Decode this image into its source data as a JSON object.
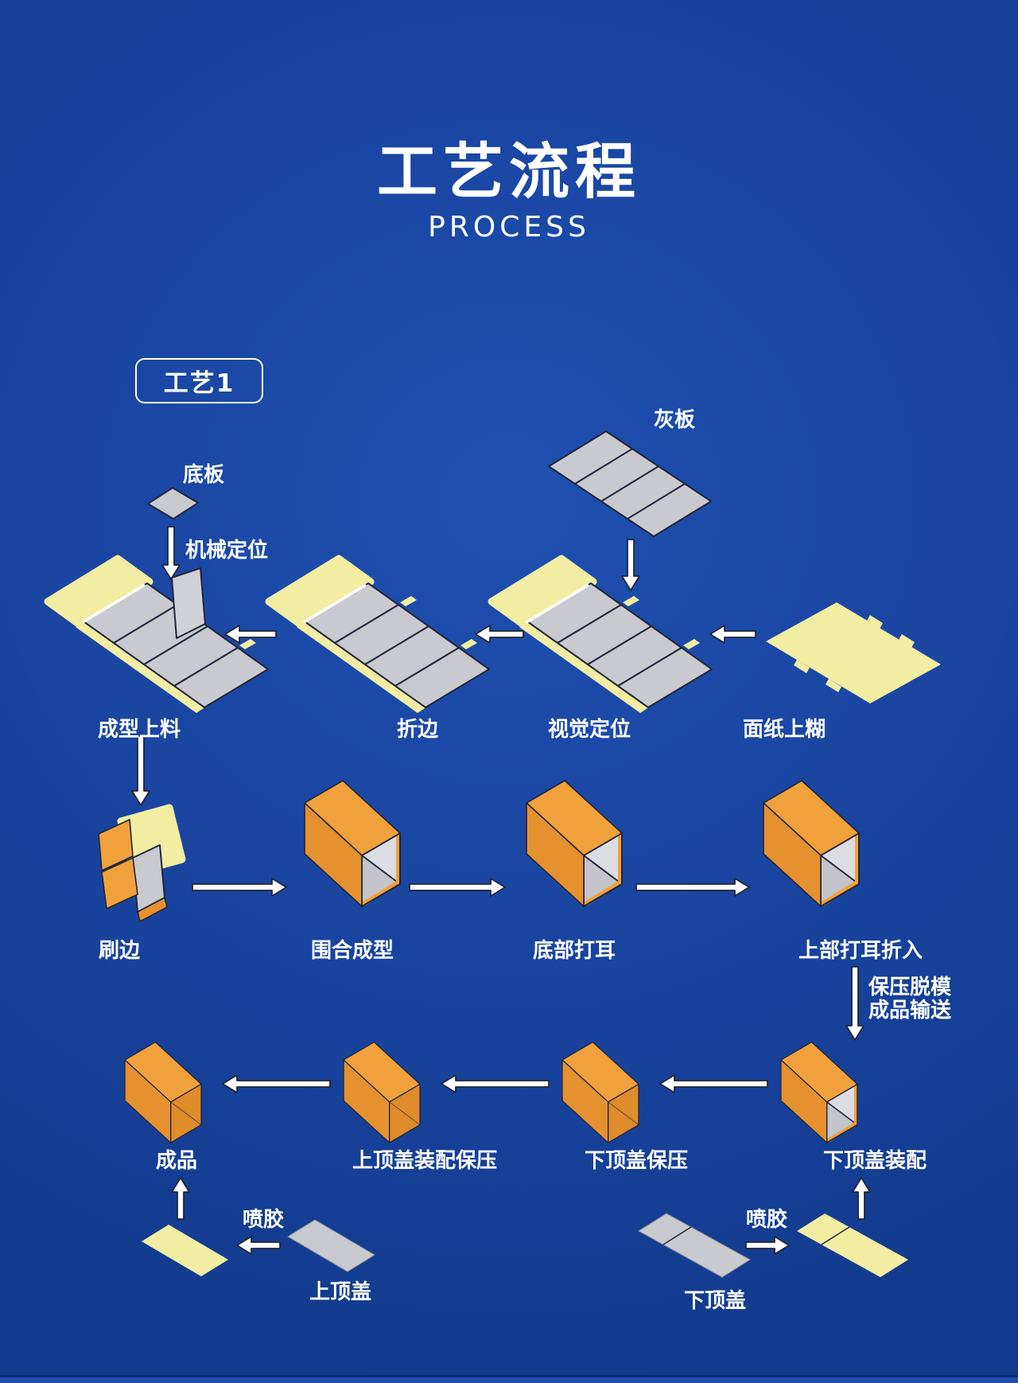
{
  "header": {
    "title": "工艺流程",
    "subtitle": "PROCESS"
  },
  "section": {
    "badge": "工艺1"
  },
  "colors": {
    "bg_center": "#1e4fb0",
    "bg_edge": "#123a8c",
    "bg_bottom_line": "#0b2a6f",
    "bg_bottom_strip": "#1e4dad",
    "gray": "#c9cacf",
    "gray_light": "#dcdde2",
    "yellow": "#f2eda2",
    "orange": "#f0a13b",
    "orange_side": "#e59130",
    "orange_end": "#df8c2b",
    "outline": "#20253a"
  },
  "flow": {
    "source_left": {
      "part": "底板",
      "step": "机械定位"
    },
    "source_right": {
      "part": "灰板"
    },
    "stage_row1": [
      "成型上料",
      "折边",
      "视觉定位",
      "面纸上糊"
    ],
    "stage_row2": [
      "刷边",
      "围合成型",
      "底部打耳",
      "上部打耳折入"
    ],
    "transfer": [
      "保压脱模",
      "成品输送"
    ],
    "stage_row3": [
      "成品",
      "上顶盖装配保压",
      "下顶盖保压",
      "下顶盖装配"
    ],
    "bottom_left": {
      "part": "上顶盖",
      "step": "喷胶"
    },
    "bottom_right": {
      "part": "下顶盖",
      "step": "喷胶"
    }
  }
}
